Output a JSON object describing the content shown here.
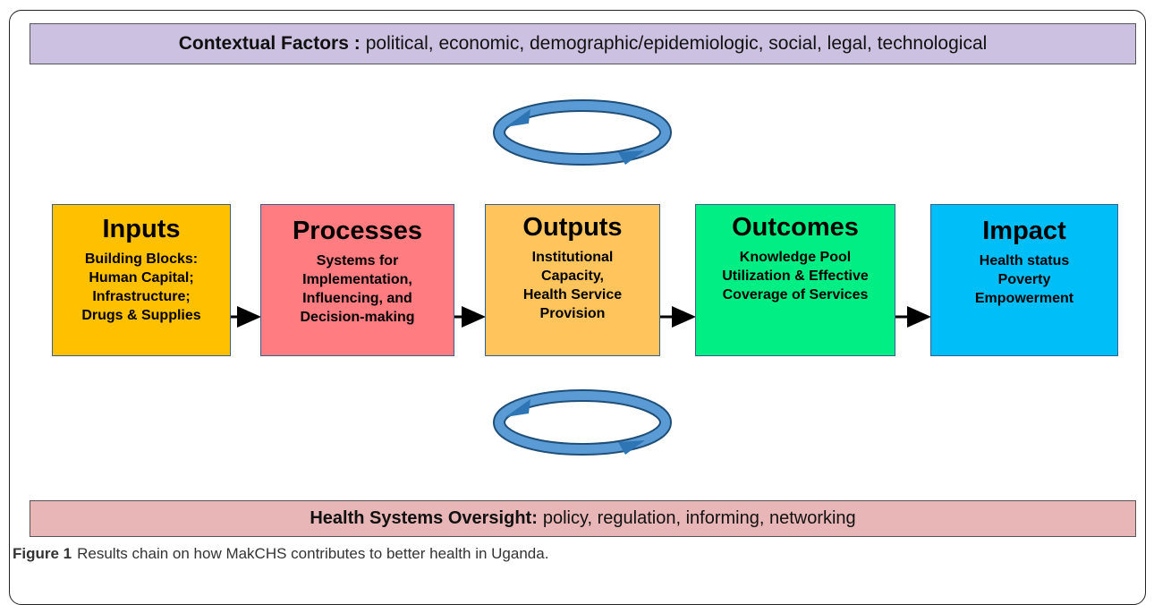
{
  "diagram": {
    "top_band": {
      "bold": "Contextual Factors :",
      "text": "political, economic, demographic/epidemiologic, social, legal, technological"
    },
    "bottom_band": {
      "bold": "Health Systems Oversight:",
      "text": "policy, regulation, informing, networking"
    },
    "stages": [
      {
        "title": "Inputs",
        "lines": [
          "Building Blocks:",
          "Human Capital;",
          "Infrastructure;",
          "Drugs & Supplies"
        ],
        "color": "#ffc000"
      },
      {
        "title": "Processes",
        "lines": [
          "Systems for",
          "Implementation,",
          "Influencing, and",
          "Decision-making"
        ],
        "color": "#ff7c80"
      },
      {
        "title": "Outputs",
        "lines": [
          "Institutional",
          "Capacity,",
          "Health Service",
          "Provision"
        ],
        "color": "#ffc55c"
      },
      {
        "title": "Outcomes",
        "lines": [
          "Knowledge Pool",
          "Utilization & Effective",
          "Coverage of Services"
        ],
        "color": "#00ee84"
      },
      {
        "title": "Impact",
        "lines": [
          "Health status",
          "Poverty",
          "Empowerment"
        ],
        "color": "#00bff8"
      }
    ],
    "cycle_icons": [
      "cycle-arrow-icon",
      "cycle-arrow-icon"
    ],
    "arrow_color": "#000000",
    "cycle_color": "#2e75b6"
  },
  "caption": {
    "label": "Figure 1",
    "text": "Results chain on how MakCHS contributes to better health in Uganda."
  }
}
